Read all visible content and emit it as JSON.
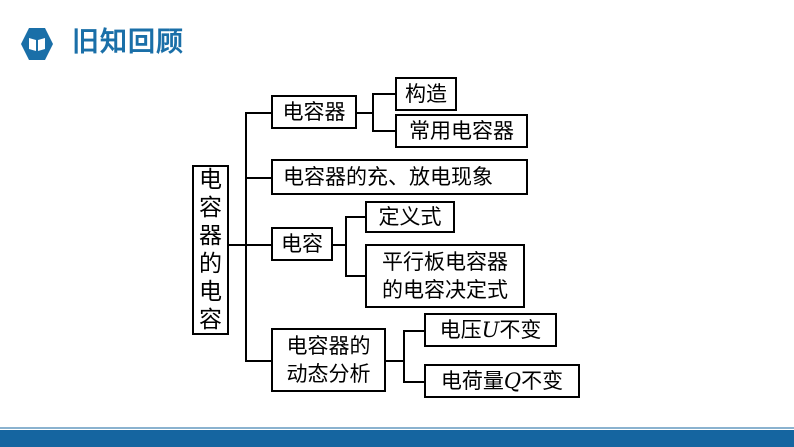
{
  "header": {
    "title": "旧知回顾",
    "icon": "book-icon",
    "accent": "#1a6fa8"
  },
  "diagram": {
    "root": [
      "电",
      "容",
      "器",
      "的",
      "电",
      "容"
    ],
    "n1": "电容器",
    "n1a": "构造",
    "n1b": "常用电容器",
    "n2": "电容器的充、放电现象",
    "n3": "电容",
    "n3a": "定义式",
    "n3b_l1": "平行板电容器",
    "n3b_l2": "的电容决定式",
    "n4_l1": "电容器的",
    "n4_l2": "动态分析",
    "n4a_pre": "电压",
    "n4a_var": "U",
    "n4a_post": "不变",
    "n4b_pre": "电荷量",
    "n4b_var": "Q",
    "n4b_post": "不变"
  },
  "footer": {
    "bar_color": "#1565a0"
  }
}
